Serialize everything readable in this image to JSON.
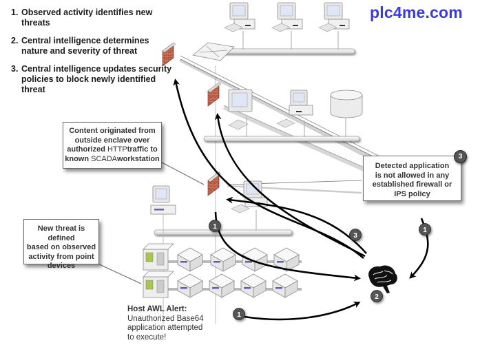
{
  "brand": "plc4me.com",
  "steps": [
    {
      "num": "1.",
      "text": "Observed activity identifies new threats"
    },
    {
      "num": "2.",
      "text": "Central intelligence determines nature and severity of threat"
    },
    {
      "num": "3.",
      "text": "Central intelligence updates security policies to block newly identified threat"
    }
  ],
  "callouts": {
    "content": {
      "line1": "Content originated from",
      "line2": "outside enclave  over",
      "line3a": "authorized ",
      "line3b": "HTTP",
      "line3c": "traffic to",
      "line4a": "known ",
      "line4b": "SCADA",
      "line4c": "workstation"
    },
    "detected": {
      "line1": "Detected application",
      "line2": "is not allowed in any",
      "line3": "established firewall or",
      "line4": "IPS policy",
      "badge": "3"
    },
    "new_threat": {
      "line1": "New threat is defined",
      "line2": "based on observed",
      "line3": "activity from point",
      "line4": "devices"
    }
  },
  "host_alert": {
    "title": "Host AWL Alert:",
    "line1": "Unauthorized Base64",
    "line2": "application attempted",
    "line3": "to execute!"
  },
  "badges": {
    "flow_1a": "1",
    "flow_1b": "1",
    "flow_1c": "1",
    "flow_2": "2",
    "flow_3": "3"
  },
  "colors": {
    "brand": "#3b3bd6",
    "firewall": "#b5533c",
    "badge": "#555555",
    "arrow": "#000000"
  }
}
